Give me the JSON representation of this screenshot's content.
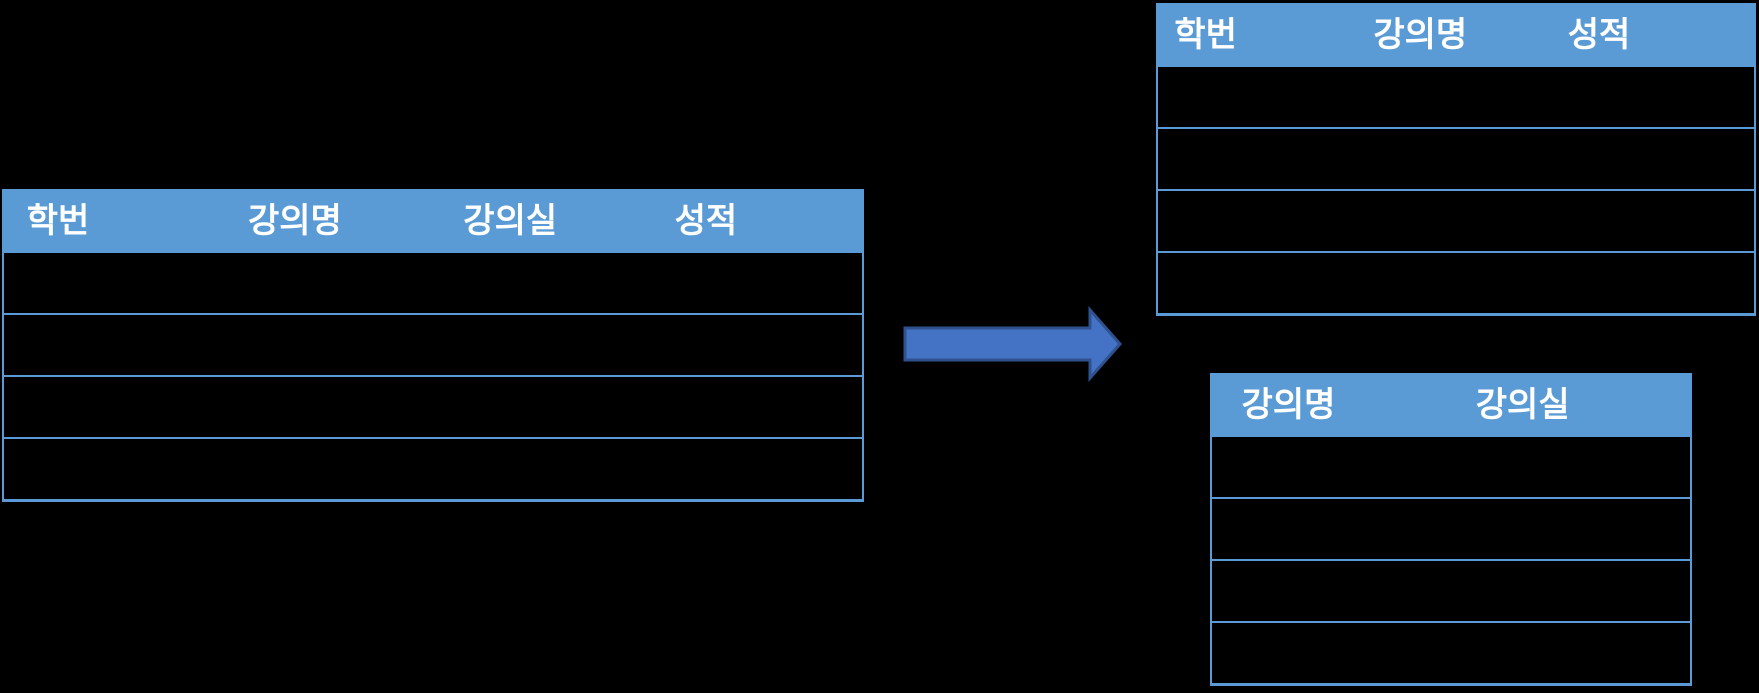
{
  "diagram": {
    "description": "table-decomposition-diagram",
    "background_color": "#000000"
  },
  "colors": {
    "table_header_bg": "#5B9BD5",
    "table_border": "#5B9BD5",
    "header_text": "#FFFFFF",
    "arrow_fill": "#4472C4",
    "arrow_stroke": "#2F528F"
  },
  "source_table": {
    "columns": {
      "0": "학번",
      "1": "강의명",
      "2": "강의실",
      "3": "성적"
    },
    "empty_row_count": 4
  },
  "result_table_1": {
    "columns": {
      "0": "학번",
      "1": "강의명",
      "2": "성적"
    },
    "empty_row_count": 4
  },
  "result_table_2": {
    "columns": {
      "0": "강의명",
      "1": "강의실"
    },
    "empty_row_count": 4
  },
  "arrow": {
    "direction": "right"
  }
}
